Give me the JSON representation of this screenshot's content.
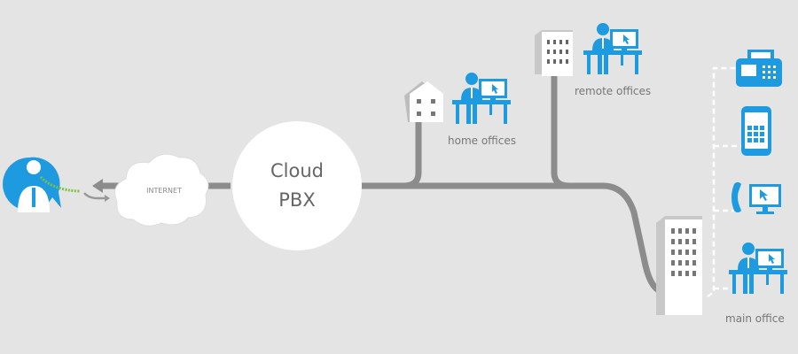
{
  "diagram": {
    "internet_label": "INTERNET",
    "pbx_line1": "Cloud",
    "pbx_line2": "PBX",
    "home_label": "home offices",
    "remote_label": "remote offices",
    "main_label": "main office"
  },
  "colors": {
    "accent": "#1e9be0",
    "line": "#8c8c8c",
    "background": "#e4e4e4",
    "cord": "#7dc242"
  }
}
